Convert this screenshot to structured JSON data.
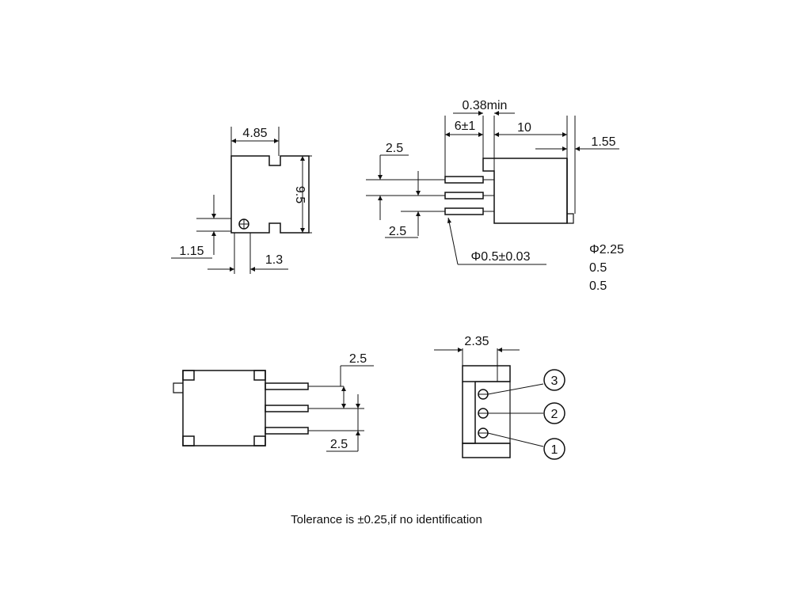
{
  "front_view": {
    "width": "4.85",
    "height": "9.5",
    "offset_vertical": "1.15",
    "offset_horizontal": "1.3"
  },
  "side_view": {
    "min_clearance": "0.38min",
    "pin_length": "6±1",
    "body_length": "10",
    "thickness": "1.55",
    "pitch_top": "2.5",
    "pitch_bottom": "2.5",
    "pin_diameter": "Φ0.5±0.03",
    "hole_diameter": "Φ2.25",
    "extra_1": "0.5",
    "extra_2": "0.5"
  },
  "top_view": {
    "pitch_top": "2.5",
    "pitch_bottom": "2.5"
  },
  "end_view": {
    "width": "2.35",
    "pins": [
      "3",
      "2",
      "1"
    ]
  },
  "footer": {
    "tolerance_note": "Tolerance is ±0.25,if no identification"
  },
  "colors": {
    "line": "#111111",
    "background": "#ffffff"
  }
}
